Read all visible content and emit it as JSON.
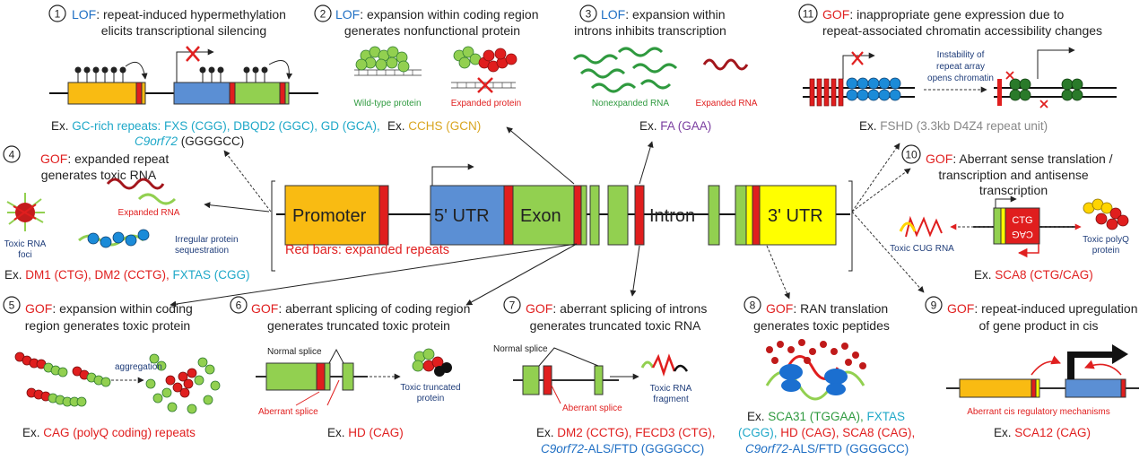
{
  "panels": {
    "p1": {
      "num": "1",
      "type": "LOF",
      "title_l1": ": repeat-induced hypermethylation",
      "title_l2": "elicits transcriptional silencing",
      "ex_prefix": "Ex. ",
      "ex_l1": "GC-rich repeats: FXS (CGG), DBQD2 (GGC), GD (GCA),",
      "ex_l2_it": "C9orf72",
      "ex_l2": " (GGGGCC)"
    },
    "p2": {
      "num": "2",
      "type": "LOF",
      "title_l1": ": expansion within coding region",
      "title_l2": "generates nonfunctional protein",
      "label_wt": "Wild-type protein",
      "label_exp": "Expanded protein",
      "ex_prefix": "Ex. ",
      "ex": "CCHS (GCN)"
    },
    "p3": {
      "num": "3",
      "type": "LOF",
      "title_l1": ": expansion within",
      "title_l2": "introns inhibits transcription",
      "label_non": "Nonexpanded RNA",
      "label_exp": "Expanded RNA",
      "ex_prefix": "Ex. ",
      "ex": "FA (GAA)"
    },
    "p11": {
      "num": "11",
      "type": "GOF",
      "title_l1": ": inappropriate gene expression due to",
      "title_l2": "repeat-associated chromatin accessibility changes",
      "note_l1": "Instability of",
      "note_l2": "repeat array",
      "note_l3": "opens chromatin",
      "ex_prefix": "Ex. ",
      "ex": "FSHD (3.3kb D4Z4 repeat unit)"
    },
    "p4": {
      "num": "4",
      "type": "GOF",
      "title_l1": ": expanded repeat",
      "title_l2": "generates toxic RNA",
      "label_exp": "Expanded RNA",
      "label_foci_l1": "Toxic RNA",
      "label_foci_l2": "foci",
      "label_seq_l1": "Irregular protein",
      "label_seq_l2": "sequestration",
      "ex_prefix": "Ex. ",
      "ex_a": "DM1 (CTG), DM2 (CCTG), ",
      "ex_b": "FXTAS (CGG)"
    },
    "p10": {
      "num": "10",
      "type": "GOF",
      "title_l1": ": Aberrant sense translation /",
      "title_l2": "transcription and antisense",
      "title_l3": "transcription",
      "box_top": "CTG",
      "box_bottom": "CAG",
      "label_cug": "Toxic CUG RNA",
      "label_polyq_l1": "Toxic polyQ",
      "label_polyq_l2": "protein",
      "ex_prefix": "Ex. ",
      "ex": "SCA8 (CTG/CAG)"
    },
    "p5": {
      "num": "5",
      "type": "GOF",
      "title_l1": ": expansion within coding",
      "title_l2": "region generates toxic protein",
      "label_agg": "aggregation",
      "ex_prefix": "Ex. ",
      "ex": "CAG (polyQ coding) repeats"
    },
    "p6": {
      "num": "6",
      "type": "GOF",
      "title_l1": ": aberrant splicing of coding region",
      "title_l2": "generates truncated toxic protein",
      "label_normal": "Normal splice",
      "label_aberrant": "Aberrant splice",
      "label_trunc_l1": "Toxic truncated",
      "label_trunc_l2": "protein",
      "ex_prefix": "Ex. ",
      "ex": "HD (CAG)"
    },
    "p7": {
      "num": "7",
      "type": "GOF",
      "title_l1": ": aberrant splicing of introns",
      "title_l2": "generates truncated toxic RNA",
      "label_normal": "Normal splice",
      "label_aberrant": "Aberrant splice",
      "label_frag_l1": "Toxic RNA",
      "label_frag_l2": "fragment",
      "ex_prefix": "Ex. ",
      "ex_l1": "DM2 (CCTG), FECD3 (CTG),",
      "ex_l2_it": "C9orf72",
      "ex_l2": "-ALS/FTD (GGGGCC)"
    },
    "p8": {
      "num": "8",
      "type": "GOF",
      "title_l1": ": RAN translation",
      "title_l2": "generates toxic peptides",
      "ex_prefix": "Ex. ",
      "ex_a": "SCA31 (TGGAA), ",
      "ex_b": "FXTAS",
      "ex_c": "(CGG), ",
      "ex_d": "HD (CAG), SCA8 (CAG),",
      "ex_l3_it": "C9orf72",
      "ex_l3": "-ALS/FTD (GGGGCC)"
    },
    "p9": {
      "num": "9",
      "type": "GOF",
      "title_l1": ": repeat-induced upregulation",
      "title_l2": "of gene product in cis",
      "label_cis": "Aberrant cis regulatory mechanisms",
      "ex_prefix": "Ex. ",
      "ex": "SCA12 (CAG)"
    }
  },
  "gene": {
    "promoter": "Promoter",
    "utr5": "5' UTR",
    "exon": "Exon",
    "intron": "Intron",
    "utr3": "3' UTR",
    "legend": "Red bars: expanded repeats"
  },
  "colors": {
    "lof": "#1f6fc4",
    "gof": "#e02020",
    "promoter": "#f9bb12",
    "utr5": "#5b8fd4",
    "exon": "#92d050",
    "utr3": "#ffff00",
    "repeat": "#e01e1e"
  }
}
